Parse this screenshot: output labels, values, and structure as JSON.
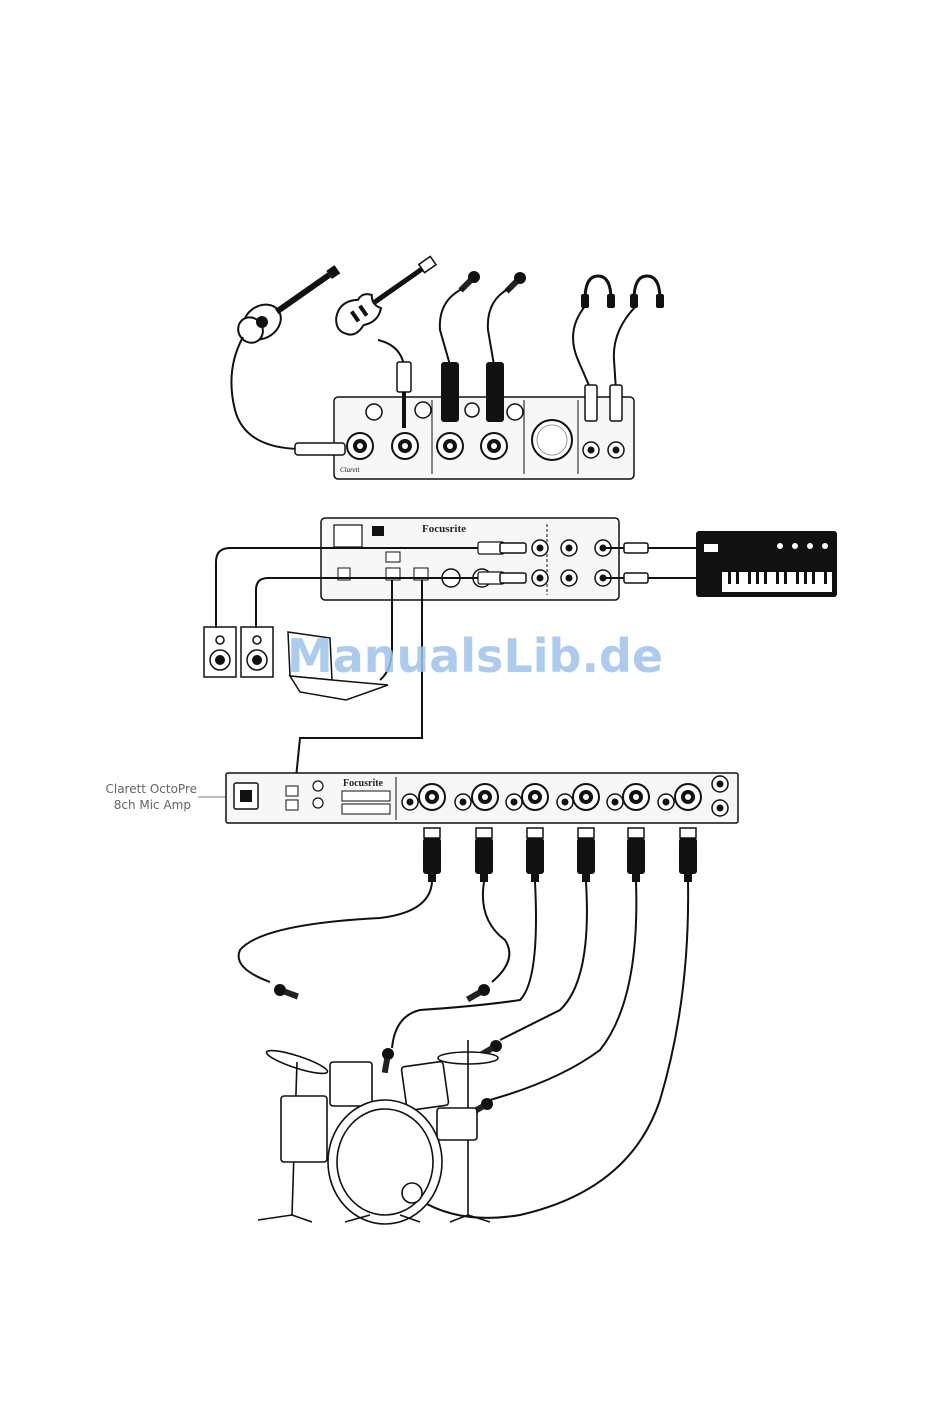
{
  "rack_label": {
    "line1": "Clarett OctoPre",
    "line2": "8ch Mic Amp"
  },
  "brand": {
    "interface": "Focusrite",
    "octopre": "Focusrite"
  },
  "watermark": {
    "text": "ManualsLib.de",
    "color": "#9fc3ea"
  },
  "colors": {
    "stroke": "#111111",
    "background": "#ffffff",
    "panel_fill": "#f7f7f7"
  },
  "icons": [
    "acoustic-guitar-icon",
    "electric-guitar-icon",
    "microphone-icon",
    "headphones-icon",
    "speaker-icon",
    "laptop-icon",
    "synthesizer-icon",
    "drum-kit-icon",
    "xlr-connector-icon",
    "jack-plug-icon"
  ]
}
